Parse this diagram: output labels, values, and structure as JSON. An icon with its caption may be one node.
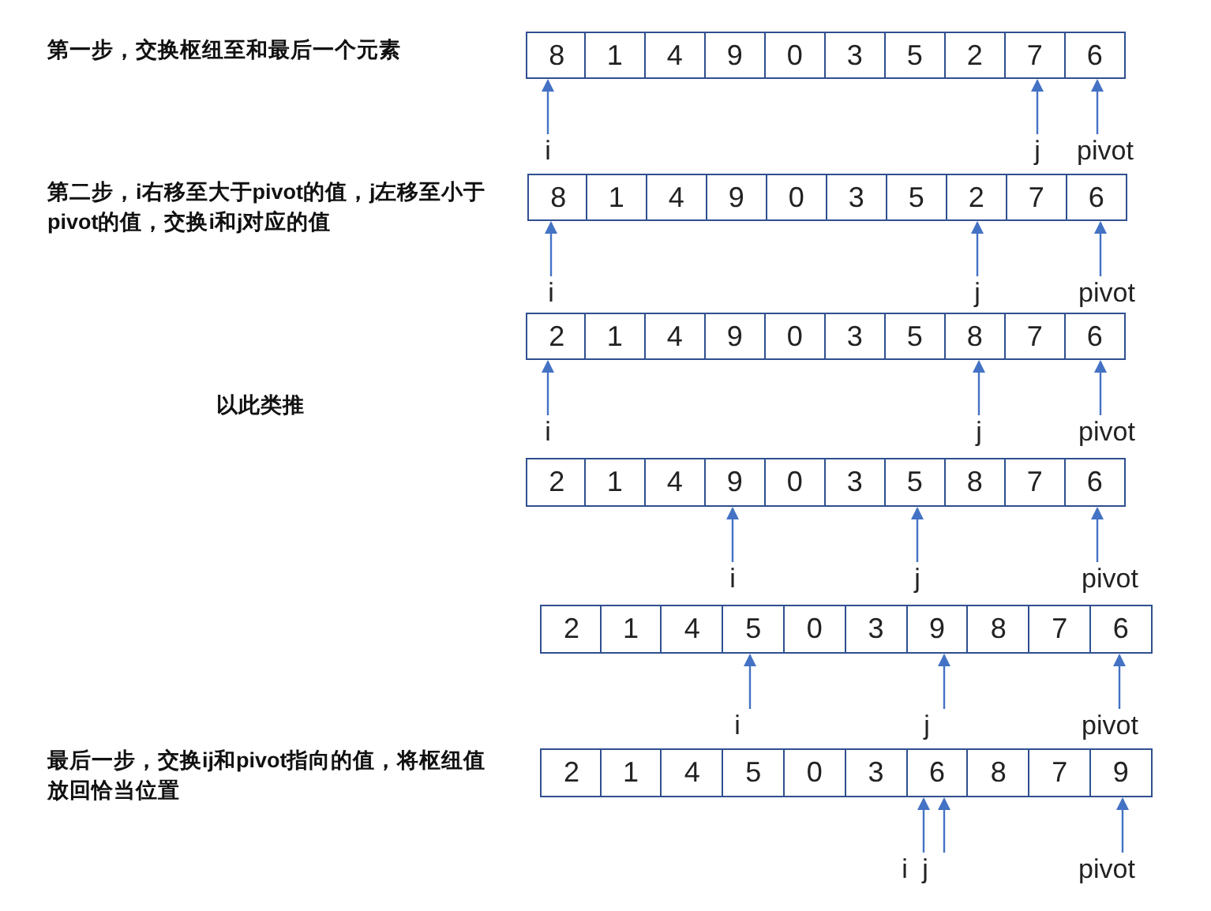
{
  "diagram": {
    "nodes": [
      {
        "text": [
          "8"
        ]
      },
      {
        "text": [
          "1"
        ]
      },
      {
        "text": [
          "4"
        ]
      },
      {
        "text": [
          "9"
        ]
      },
      {
        "text": [
          "0"
        ]
      },
      {
        "text": [
          "3"
        ]
      },
      {
        "text": [
          "5"
        ]
      },
      {
        "text": [
          "2"
        ]
      },
      {
        "text": [
          "7"
        ]
      },
      {
        "text": [
          "6"
        ]
      },
      {
        "text": [
          "i"
        ]
      },
      {
        "text": [
          "j"
        ]
      },
      {
        "text": [
          "pivot"
        ]
      },
      {
        "text": [
          "8"
        ]
      },
      {
        "text": [
          "1"
        ]
      },
      {
        "text": [
          "4"
        ]
      },
      {
        "text": [
          "9"
        ]
      },
      {
        "text": [
          "0"
        ]
      },
      {
        "text": [
          "3"
        ]
      },
      {
        "text": [
          "5"
        ]
      },
      {
        "text": [
          "2"
        ]
      },
      {
        "text": [
          "7"
        ]
      },
      {
        "text": [
          "6"
        ]
      },
      {
        "text": [
          "i"
        ]
      },
      {
        "text": [
          "j"
        ]
      },
      {
        "text": [
          "pivot"
        ]
      },
      {
        "text": [
          "2"
        ]
      },
      {
        "text": [
          "1"
        ]
      },
      {
        "text": [
          "4"
        ]
      },
      {
        "text": [
          "9"
        ]
      },
      {
        "text": [
          "0"
        ]
      },
      {
        "text": [
          "3"
        ]
      },
      {
        "text": [
          "5"
        ]
      },
      {
        "text": [
          "8"
        ]
      },
      {
        "text": [
          "7"
        ]
      },
      {
        "text": [
          "6"
        ]
      },
      {
        "text": [
          "i"
        ]
      },
      {
        "text": [
          "j"
        ]
      },
      {
        "text": [
          "pivot"
        ]
      },
      {
        "text": [
          "2"
        ]
      },
      {
        "text": [
          "1"
        ]
      },
      {
        "text": [
          "4"
        ]
      },
      {
        "text": [
          "9"
        ]
      },
      {
        "text": [
          "0"
        ]
      },
      {
        "text": [
          "3"
        ]
      },
      {
        "text": [
          "5"
        ]
      },
      {
        "text": [
          "8"
        ]
      },
      {
        "text": [
          "7"
        ]
      },
      {
        "text": [
          "6"
        ]
      },
      {
        "text": [
          "i"
        ]
      },
      {
        "text": [
          "j"
        ]
      },
      {
        "text": [
          "pivot"
        ]
      },
      {
        "text": [
          "2"
        ]
      },
      {
        "text": [
          "1"
        ]
      },
      {
        "text": [
          "4"
        ]
      },
      {
        "text": [
          "5"
        ]
      },
      {
        "text": [
          "0"
        ]
      },
      {
        "text": [
          "3"
        ]
      },
      {
        "text": [
          "9"
        ]
      },
      {
        "text": [
          "8"
        ]
      },
      {
        "text": [
          "7"
        ]
      },
      {
        "text": [
          "6"
        ]
      },
      {
        "text": [
          "i"
        ]
      },
      {
        "text": [
          "j"
        ]
      },
      {
        "text": [
          "pivot"
        ]
      },
      {
        "text": [
          "2"
        ]
      },
      {
        "text": [
          "1"
        ]
      },
      {
        "text": [
          "4"
        ]
      },
      {
        "text": [
          "5"
        ]
      },
      {
        "text": [
          "0"
        ]
      },
      {
        "text": [
          "3"
        ]
      },
      {
        "text": [
          "6"
        ]
      },
      {
        "text": [
          "8"
        ]
      },
      {
        "text": [
          "7"
        ]
      },
      {
        "text": [
          "9"
        ]
      },
      {
        "text": [
          "i"
        ]
      },
      {
        "text": [
          "j"
        ]
      },
      {
        "text": [
          "pivot"
        ]
      }
    ],
    "edges": [
      {
        "from": 10,
        "to": 0,
        "arrow": "to"
      },
      {
        "from": 11,
        "to": 8,
        "arrow": "to"
      },
      {
        "from": 12,
        "to": 9,
        "arrow": "to"
      },
      {
        "from": 23,
        "to": 13,
        "arrow": "to"
      },
      {
        "from": 24,
        "to": 20,
        "arrow": "to"
      },
      {
        "from": 25,
        "to": 22,
        "arrow": "to"
      },
      {
        "from": 36,
        "to": 26,
        "arrow": "to"
      },
      {
        "from": 37,
        "to": 33,
        "arrow": "to"
      },
      {
        "from": 38,
        "to": 35,
        "arrow": "to"
      },
      {
        "from": 49,
        "to": 42,
        "arrow": "to"
      },
      {
        "from": 50,
        "to": 45,
        "arrow": "to"
      },
      {
        "from": 51,
        "to": 48,
        "arrow": "to"
      },
      {
        "from": 62,
        "to": 55,
        "arrow": "to"
      },
      {
        "from": 63,
        "to": 58,
        "arrow": "to"
      },
      {
        "from": 64,
        "to": 61,
        "arrow": "to"
      },
      {
        "from": 75,
        "to": 71,
        "arrow": "to"
      },
      {
        "from": 76,
        "to": 71,
        "arrow": "to"
      },
      {
        "from": 77,
        "to": 74,
        "arrow": "to"
      }
    ],
    "labels": [
      "第一步，交换枢纽至和最后一个元素",
      "第二步，i右移至大于pivot的值，j左移至小于pivot的值，交换i和j对应的值",
      "以此类推",
      "最后一步，交换ij和pivot指向的值，将枢纽值放回恰当位置"
    ]
  }
}
